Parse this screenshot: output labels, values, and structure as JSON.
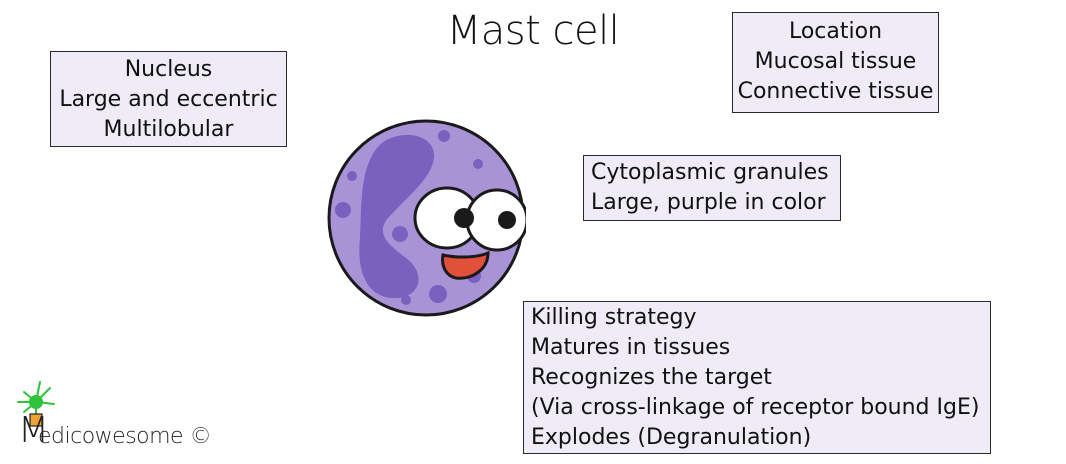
{
  "title": "Mast cell",
  "nucleus": {
    "heading": "Nucleus",
    "lines": [
      "Large and eccentric",
      "Multilobular"
    ]
  },
  "location": {
    "heading": "Location",
    "lines": [
      "Mucosal tissue",
      "Connective tissue"
    ]
  },
  "cytoplasmic_granules": {
    "heading": "Cytoplasmic granules",
    "lines": [
      "Large, purple in color"
    ]
  },
  "killing_strategy": {
    "heading": "Killing strategy",
    "lines": [
      "Matures in tissues",
      "Recognizes the target",
      "(Via cross-linkage of receptor bound IgE)",
      "Explodes (Degranulation)"
    ]
  },
  "brand": {
    "initial": "M",
    "rest": "edicowesome ©"
  },
  "colors": {
    "box_fill": "#efecf7",
    "cell_body": "#a893d6",
    "cell_outline": "#1a1a1a",
    "nucleus": "#7a60bf",
    "granule": "#7a60bf",
    "mouth": "#e0503a",
    "logo_green": "#2fc23a"
  }
}
